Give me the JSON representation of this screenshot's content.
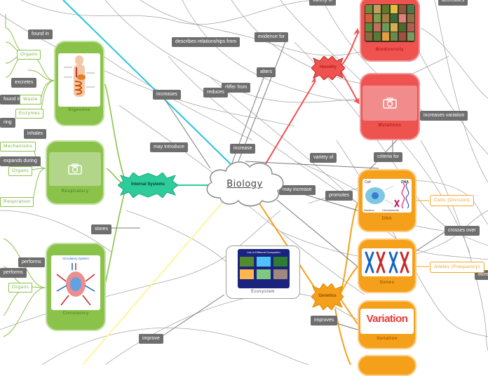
{
  "center": {
    "label": "Biology"
  },
  "hubs": {
    "internal_systems": "Internal Systems",
    "heredity": "Heredity",
    "genetics": "Genetics",
    "ecosystem": "Ecosystem"
  },
  "cards": {
    "digestive": "Digestive",
    "respiratory": "Respiratory",
    "circulatory": "Circulatory",
    "biodiversity": "Biodiversity",
    "mutations": "Mutations",
    "dna": "DNA",
    "genes": "Genes",
    "variation": "Variation"
  },
  "card_images": {
    "ecosystem_title": "List of Different Ecosystem",
    "variation_word": "Variation",
    "dna_label": "DNA",
    "nucleus_label": "Nucleus",
    "chromosome_label": "Chromosome",
    "cell_label": "Cell",
    "circulatory_header": "Circulatory System"
  },
  "gray_labels": {
    "found_in_1": "found in",
    "excretes": "excretes",
    "found_in_2": "found in",
    "ring": "ring",
    "inhales": "inhales",
    "expands_during": "expands during",
    "performs_1": "performs",
    "performs_2": "performs",
    "describes": "describes relationships from",
    "evidence_for": "evidence for",
    "alters": "alters",
    "differ_from": "differ from",
    "reduces": "reduces",
    "increases": "increases",
    "may_introduce": "may introduce",
    "increase": "increase",
    "variety_of_top": "variety of",
    "variety_of": "variety of",
    "may_increase": "may increase",
    "promotes": "promotes",
    "stores": "stores",
    "improves": "improves",
    "improve": "improve",
    "criteria_for": "criteria for",
    "increases_variation": "increases variation",
    "crosses_over": "crosses over",
    "top_right": "decreases",
    "right_edge": "incre"
  },
  "outline_labels": {
    "organs_1": "Organs",
    "waste": "Waste",
    "enzymes": "Enzymes",
    "mechanisms": "Mechanisms",
    "organs_2": "Organs",
    "respiration": "Respiration",
    "organs_3": "Organs",
    "cells_division": "Cells (Division)",
    "alleles_frequency": "Alleles (Frequency)"
  },
  "colors": {
    "green": "#8bc34a",
    "red": "#ef5350",
    "orange": "#f5a01a",
    "teal": "#2ecc9a",
    "cyan": "#26c6da",
    "yellow": "#fff59d",
    "gray": "#6e6e6e"
  }
}
